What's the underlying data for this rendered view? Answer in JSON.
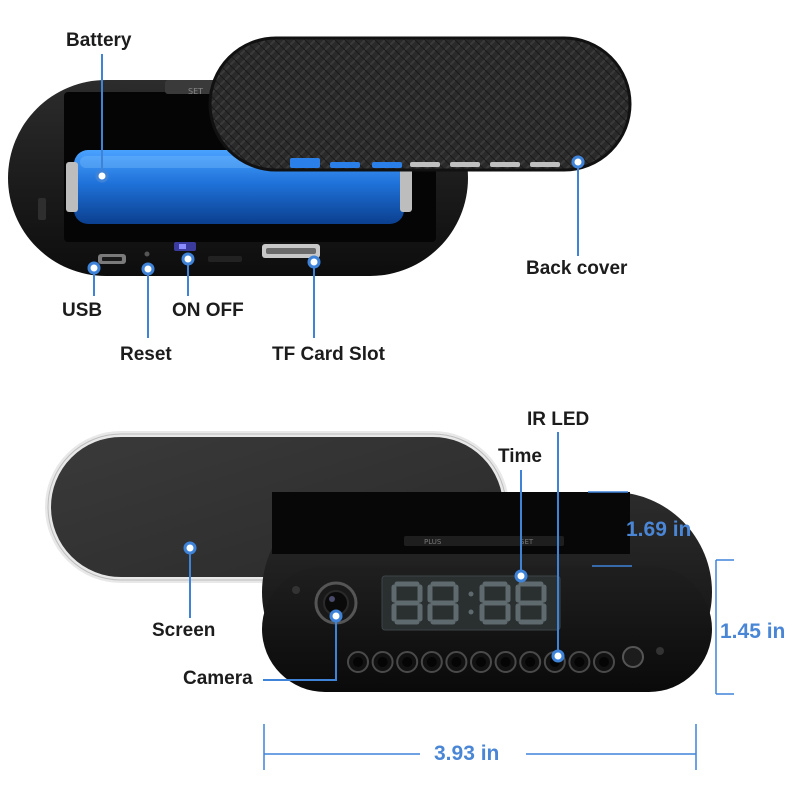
{
  "top_view": {
    "labels": {
      "battery": "Battery",
      "back_cover": "Back cover",
      "usb": "USB",
      "reset": "Reset",
      "on_off": "ON OFF",
      "tf_card_slot": "TF Card Slot"
    },
    "case_marking": "SET"
  },
  "front_view": {
    "labels": {
      "ir_led": "IR LED",
      "time": "Time",
      "screen": "Screen",
      "camera": "Camera"
    },
    "case_markings": [
      "PLUS",
      "SET"
    ],
    "ir_led_count": 11
  },
  "dimensions": {
    "depth": "1.69 in",
    "height": "1.45 in",
    "width": "3.93 in"
  },
  "colors": {
    "callout": "#3f83d9",
    "dimension_text": "#4a86d6",
    "battery": "#1e6ed8",
    "body": "#141414"
  }
}
